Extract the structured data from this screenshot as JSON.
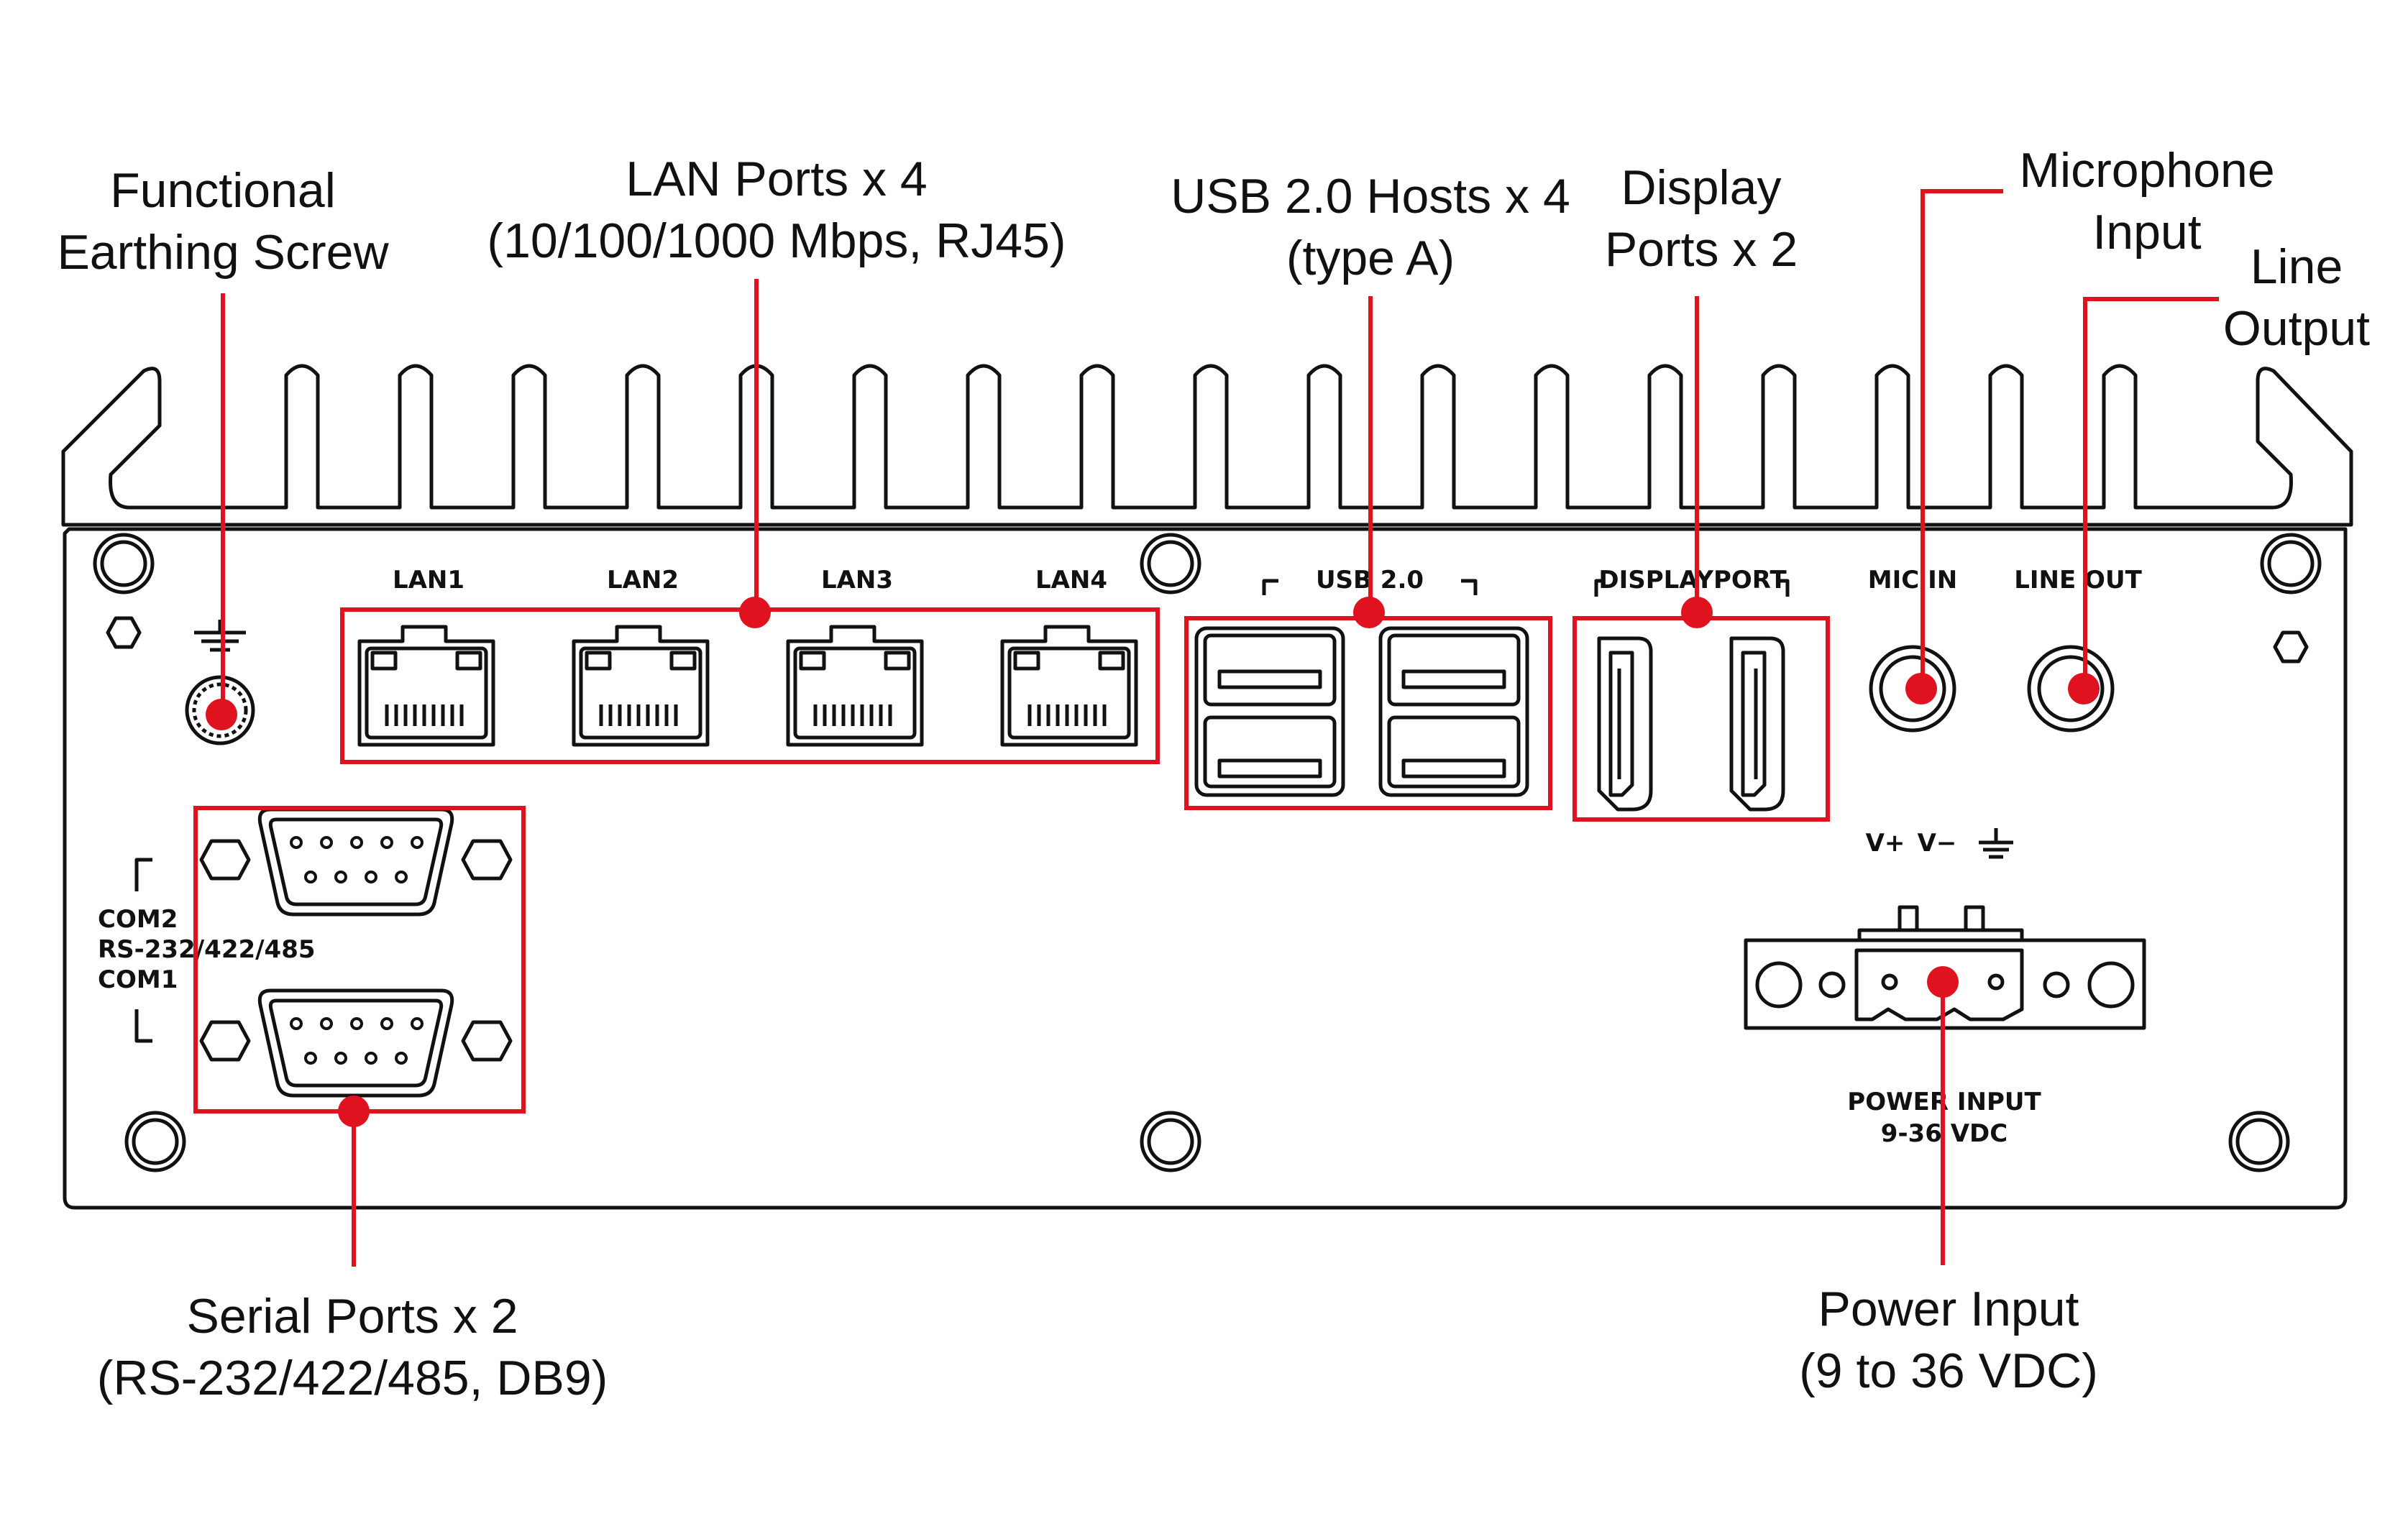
{
  "callouts": {
    "earthing": {
      "line1": "Functional",
      "line2": "Earthing Screw"
    },
    "lan": {
      "line1": "LAN Ports x 4",
      "line2": "(10/100/1000 Mbps, RJ45)"
    },
    "usb": {
      "line1": "USB 2.0 Hosts x 4",
      "line2": "(type A)"
    },
    "display": {
      "line1": "Display",
      "line2": "Ports x 2"
    },
    "mic": {
      "line1": "Microphone",
      "line2": "Input"
    },
    "lineout": {
      "line1": "Line",
      "line2": "Output"
    },
    "serial": {
      "line1": "Serial Ports x 2",
      "line2": "(RS-232/422/485, DB9)"
    },
    "power": {
      "line1": "Power Input",
      "line2": "(9 to 36 VDC)"
    }
  },
  "panel_labels": {
    "lan1": "LAN1",
    "lan2": "LAN2",
    "lan3": "LAN3",
    "lan4": "LAN4",
    "usb": "USB 2.0",
    "displayport": "DISPLAYPORT",
    "mic_in": "MIC IN",
    "line_out": "LINE OUT",
    "v_plus": "V+",
    "v_minus": "V−",
    "com2": "COM2",
    "rs": "RS-232/422/485",
    "com1": "COM1",
    "power_input": "POWER INPUT",
    "power_range": "9-36 VDC"
  },
  "colors": {
    "callout_red": "#e0121f",
    "line_art": "#111111",
    "background": "#ffffff"
  }
}
